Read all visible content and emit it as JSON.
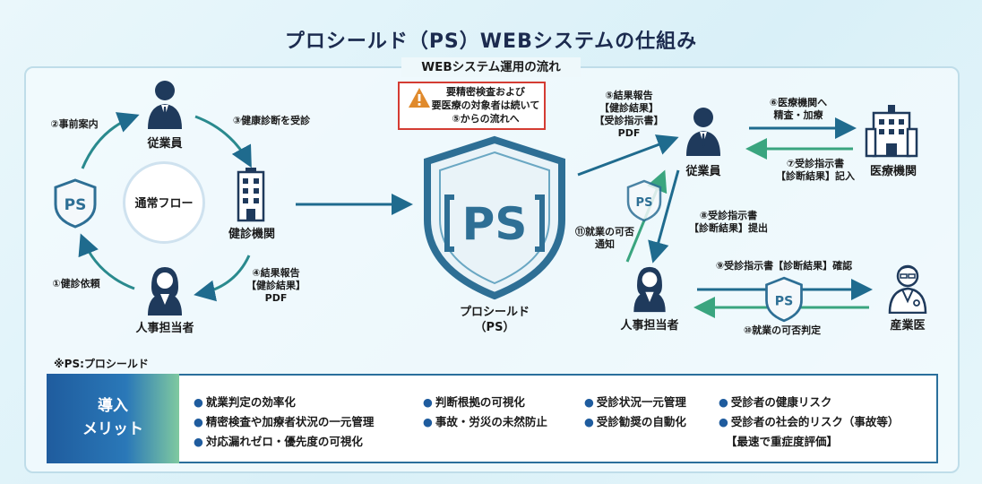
{
  "title": "プロシールド（PS）WEBシステムの仕組み",
  "subtitle": "WEBシステム運用の流れ",
  "left_flow": {
    "center_label": "通常フロー",
    "employee": "従業員",
    "clinic": "健診機関",
    "hr": "人事担当者",
    "step1": "①健診依頼",
    "step2": "②事前案内",
    "step3": "③健康診断を受診",
    "step4": "④結果報告\n【健診結果】\nPDF"
  },
  "center": {
    "ps_mark": "PS",
    "ps_name": "プロシールド\n（PS）",
    "warning": "要精密検査および\n要医療の対象者は続いて\n⑤からの流れへ"
  },
  "right_flow": {
    "employee": "従業員",
    "hospital": "医療機関",
    "hr": "人事担当者",
    "doctor": "産業医",
    "step5": "⑤結果報告\n【健診結果】\n【受診指示書】\nPDF",
    "step6": "⑥医療機関へ\n精査・加療",
    "step7": "⑦受診指示書\n【診断結果】記入",
    "step8": "⑧受診指示書\n【診断結果】提出",
    "step9": "⑨受診指示書【診断結果】確認",
    "step10": "⑩就業の可否判定",
    "step11": "⑪就業の可否\n通知"
  },
  "note": "※PS:プロシールド",
  "merit": {
    "heading": "導入\nメリット",
    "items": [
      "就業判定の効率化",
      "判断根拠の可視化",
      "受診状況一元管理",
      "受診者の健康リスク",
      "精密検査や加療者状況の一元管理",
      "事故・労災の未然防止",
      "受診勧奨の自動化",
      "受診者の社会的リスク（事故等）",
      "対応漏れゼロ・優先度の可視化",
      "【最速で重症度評価】"
    ]
  },
  "colors": {
    "title": "#1c2b4f",
    "arrow": "#1f6b8e",
    "arrow_green": "#3aa57f",
    "shield": "#2e6f95",
    "warning_border": "#d43c33",
    "merit_border": "#2a6f9c"
  }
}
